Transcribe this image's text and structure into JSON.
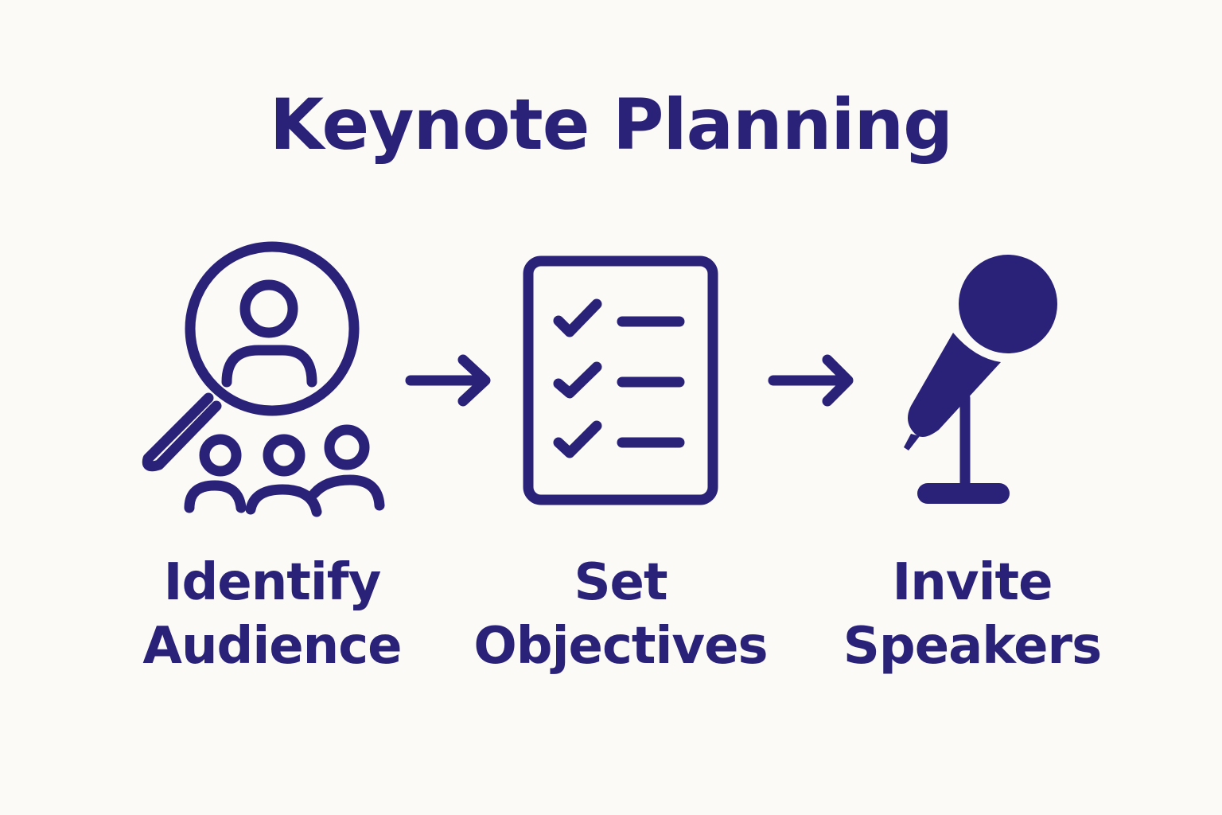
{
  "title": "Keynote Planning",
  "colors": {
    "accent": "#2a2278",
    "background": "#fbfaf7"
  },
  "steps": [
    {
      "line1": "Identify",
      "line2": "Audience",
      "icon": "audience-search-icon"
    },
    {
      "line1": "Set",
      "line2": "Objectives",
      "icon": "checklist-icon"
    },
    {
      "line1": "Invite",
      "line2": "Speakers",
      "icon": "microphone-icon"
    }
  ]
}
